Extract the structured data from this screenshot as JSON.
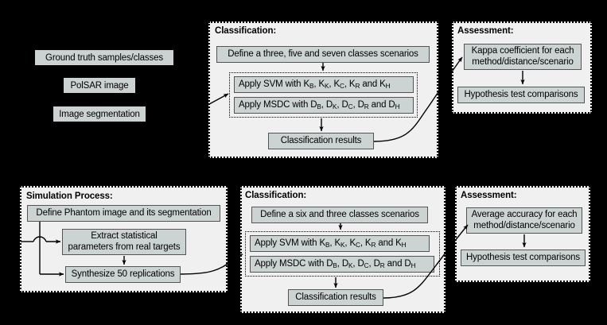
{
  "diagram": {
    "title_hidden": "PolSAR classification experimental workflow",
    "colors": {
      "page_background": "#000000",
      "panel_background": "#eff0ef",
      "node_fill": "#ccd3d3",
      "node_border": "#545454",
      "label_fill": "#ccd1d1",
      "stroke": "#000000"
    }
  },
  "real_data_flow": {
    "inputs": [
      {
        "id": "ground-truth",
        "label": "Ground truth samples/classes"
      },
      {
        "id": "polsar-image",
        "label": "PolSAR image"
      },
      {
        "id": "image-segmentation",
        "label": "Image segmentation"
      }
    ],
    "classification": {
      "title": "Classification:",
      "define": "Define a three, five and seven classes scenarios",
      "svm_prefix": "Apply SVM with K",
      "svm": {
        "method": "Apply SVM with",
        "kernels": [
          "B",
          "K",
          "C",
          "R",
          "H"
        ],
        "symbol": "K",
        "conjunction": "and"
      },
      "msdc": {
        "method": "Apply MSDC with",
        "distances": [
          "B",
          "K",
          "C",
          "R",
          "H"
        ],
        "symbol": "D",
        "conjunction": "and"
      },
      "results": "Classification results"
    },
    "assessment": {
      "title": "Assessment:",
      "metric": "Kappa coefficient for each method/distance/scenario",
      "metric_line1": "Kappa coefficient for each",
      "metric_line2": "method/distance/scenario",
      "test": "Hypothesis test comparisons"
    }
  },
  "simulated_data_flow": {
    "simulation": {
      "title": "Simulation Process:",
      "define": "Define Phantom image and its segmentation",
      "extract_line1": "Extract statistical",
      "extract_line2": "parameters from real targets",
      "synthesize": "Synthesize 50 replications"
    },
    "classification": {
      "title": "Classification:",
      "define": "Define a six and three classes scenarios",
      "svm": {
        "method": "Apply SVM with",
        "symbol": "K",
        "kernels": [
          "B",
          "K",
          "C",
          "R",
          "H"
        ],
        "conjunction": "and"
      },
      "msdc": {
        "method": "Apply MSDC with",
        "symbol": "D",
        "distances": [
          "B",
          "K",
          "C",
          "R",
          "H"
        ],
        "conjunction": "and"
      },
      "results": "Classification results"
    },
    "assessment": {
      "title": "Assessment:",
      "metric": "Average accuracy for each method/distance/scenario",
      "metric_line1": "Average accuracy for each",
      "metric_line2": "method/distance/scenario",
      "test": "Hypothesis test comparisons"
    }
  }
}
